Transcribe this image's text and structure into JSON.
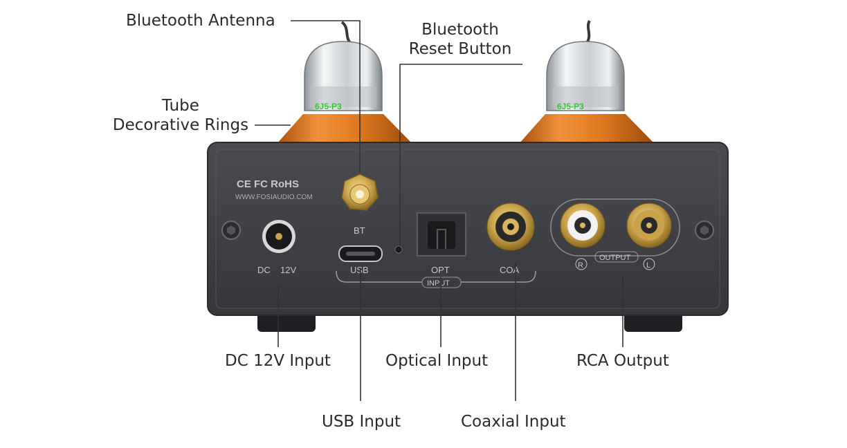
{
  "callouts": {
    "bt_antenna": "Bluetooth Antenna",
    "bt_reset_line1": "Bluetooth",
    "bt_reset_line2": "Reset Button",
    "tube_line1": "Tube",
    "tube_line2": "Decorative Rings",
    "dc_input": "DC 12V Input",
    "optical_input": "Optical Input",
    "rca_output": "RCA Output",
    "usb_input": "USB Input",
    "coaxial_input": "Coaxial Input"
  },
  "panel": {
    "cert_marks": "CE FC RoHS",
    "website": "WWW.FOSIAUDIO.COM",
    "bt": "BT",
    "dc": "DC",
    "volt": "12V",
    "usb": "USB",
    "opt": "OPT",
    "coa": "COA",
    "input_group": "INPUT",
    "output_group": "OUTPUT",
    "right": "R",
    "left": "L",
    "tube_print": "6J5-P3"
  },
  "colors": {
    "panel": "#3f4044",
    "tube_ring": "#d9741a",
    "gold": "#c9a24a",
    "tube_glass": "#d8dde0",
    "lines": "#333333"
  }
}
